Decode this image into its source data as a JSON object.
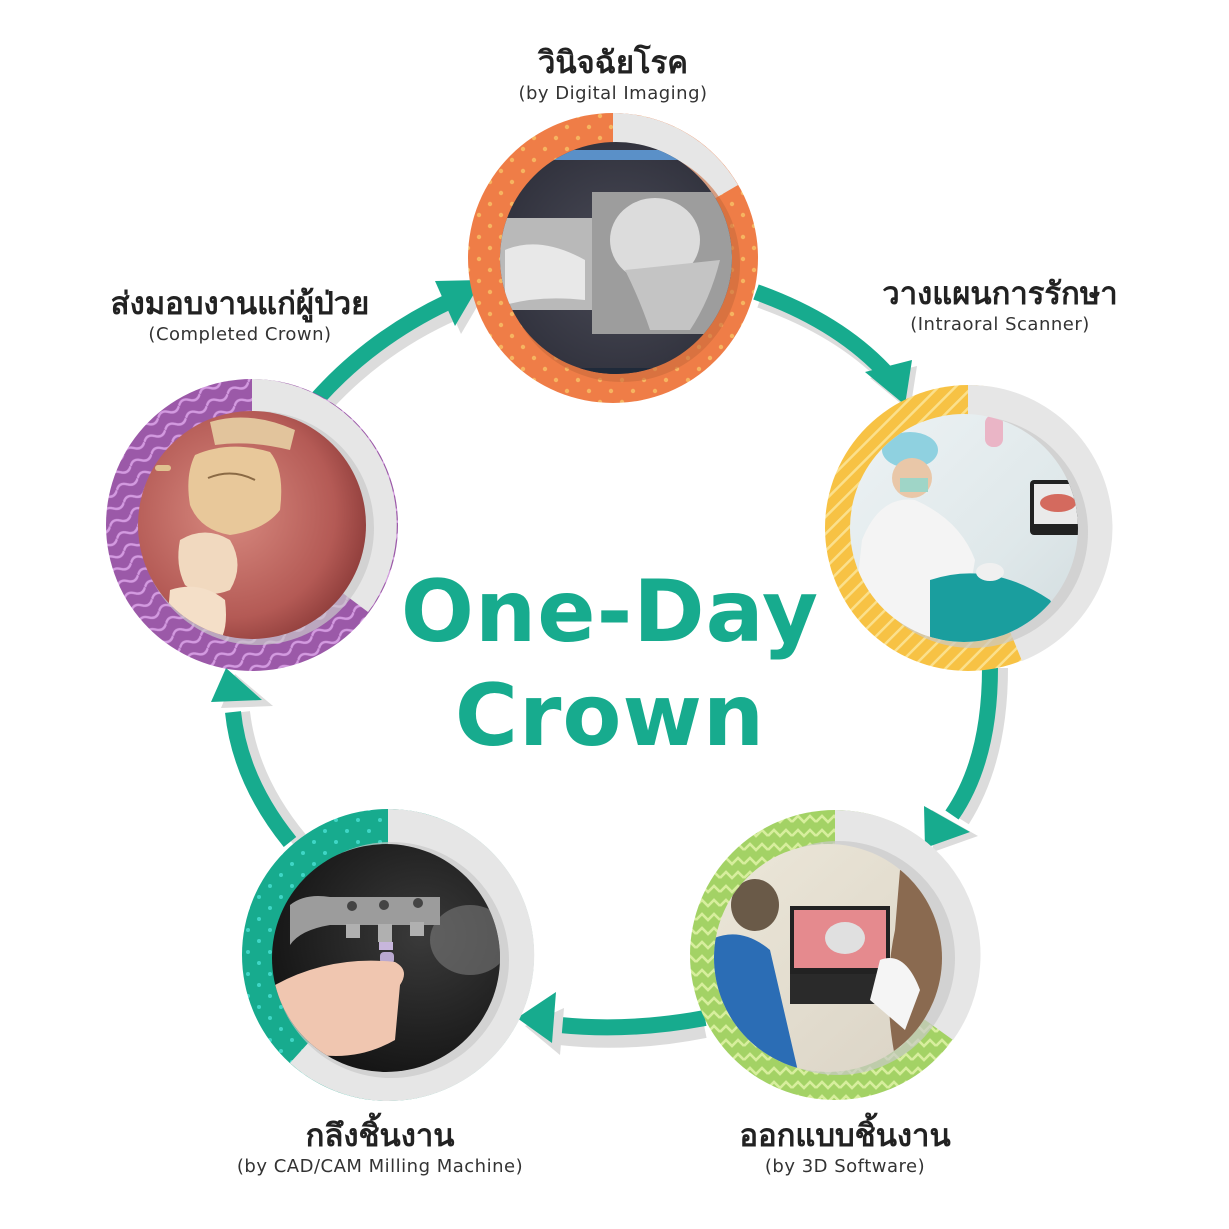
{
  "title": {
    "line1": "One-Day",
    "line2": "Crown",
    "color": "#17ab8e"
  },
  "steps": [
    {
      "id": "diagnosis",
      "title_th": "วินิจฉัยโรค",
      "subtitle_en": "(by Digital Imaging)",
      "ring_color": "#ef7d47",
      "pattern": "dots",
      "photo": "x-ray-images-on-monitor"
    },
    {
      "id": "treatment-planning",
      "title_th": "วางแผนการรักษา",
      "subtitle_en": "(Intraoral Scanner)",
      "ring_color": "#f7c244",
      "pattern": "diagonal-stripes",
      "photo": "dentist-using-intraoral-scanner"
    },
    {
      "id": "design",
      "title_th": "ออกแบบชิ้นงาน",
      "subtitle_en": "(by 3D Software)",
      "ring_color": "#a3d265",
      "pattern": "zigzag",
      "photo": "designing-crown-on-laptop"
    },
    {
      "id": "milling",
      "title_th": "กลึงชิ้นงาน",
      "subtitle_en": "(by CAD/CAM Milling Machine)",
      "ring_color": "#17ab8e",
      "pattern": "dots",
      "photo": "milling-machine-crown"
    },
    {
      "id": "delivery",
      "title_th": "ส่งมอบงานแก่ผู้ป่วย",
      "subtitle_en": "(Completed Crown)",
      "ring_color": "#9b59a8",
      "pattern": "waves",
      "photo": "completed-crown-in-mouth"
    }
  ],
  "colors": {
    "arrow": "#17ab8e",
    "arrow_shadow": "#dcdcdc",
    "ring_bg": "#e6e6e6",
    "text": "#222222"
  }
}
